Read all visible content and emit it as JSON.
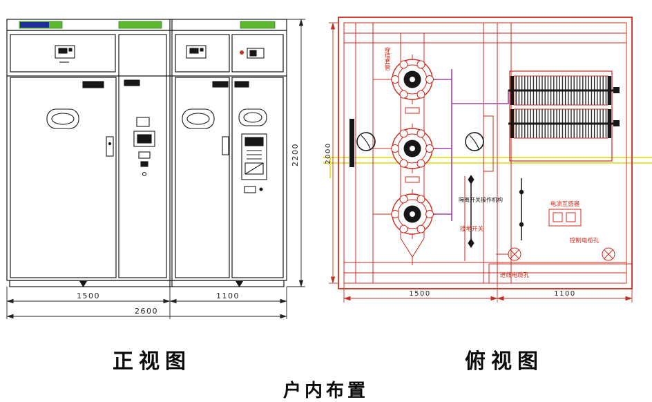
{
  "captions": {
    "front_view": "正视图",
    "top_view": "俯视图",
    "layout": "户内布置"
  },
  "front_view": {
    "dim_left": "1500",
    "dim_right": "1100",
    "dim_total": "2600",
    "dim_height": "2200"
  },
  "top_view": {
    "dim_left": "1500",
    "dim_right": "1100",
    "dim_depth": "2000",
    "labels": {
      "bushing": "穿墙套管",
      "ct": "电流互感器",
      "disconnector": "隔离开关操作机构",
      "earthing": "接地开关",
      "control_cable": "控制电缆孔",
      "incoming_cable": "进线电缆孔"
    }
  },
  "colors": {
    "line_red": "#d02818",
    "line_yellow": "#ede23c",
    "line_purple": "#a040a8",
    "cabinet_green": "#5cb82e",
    "nameplate_blue": "#1c2f9c",
    "line_black": "#1a1a1a"
  }
}
